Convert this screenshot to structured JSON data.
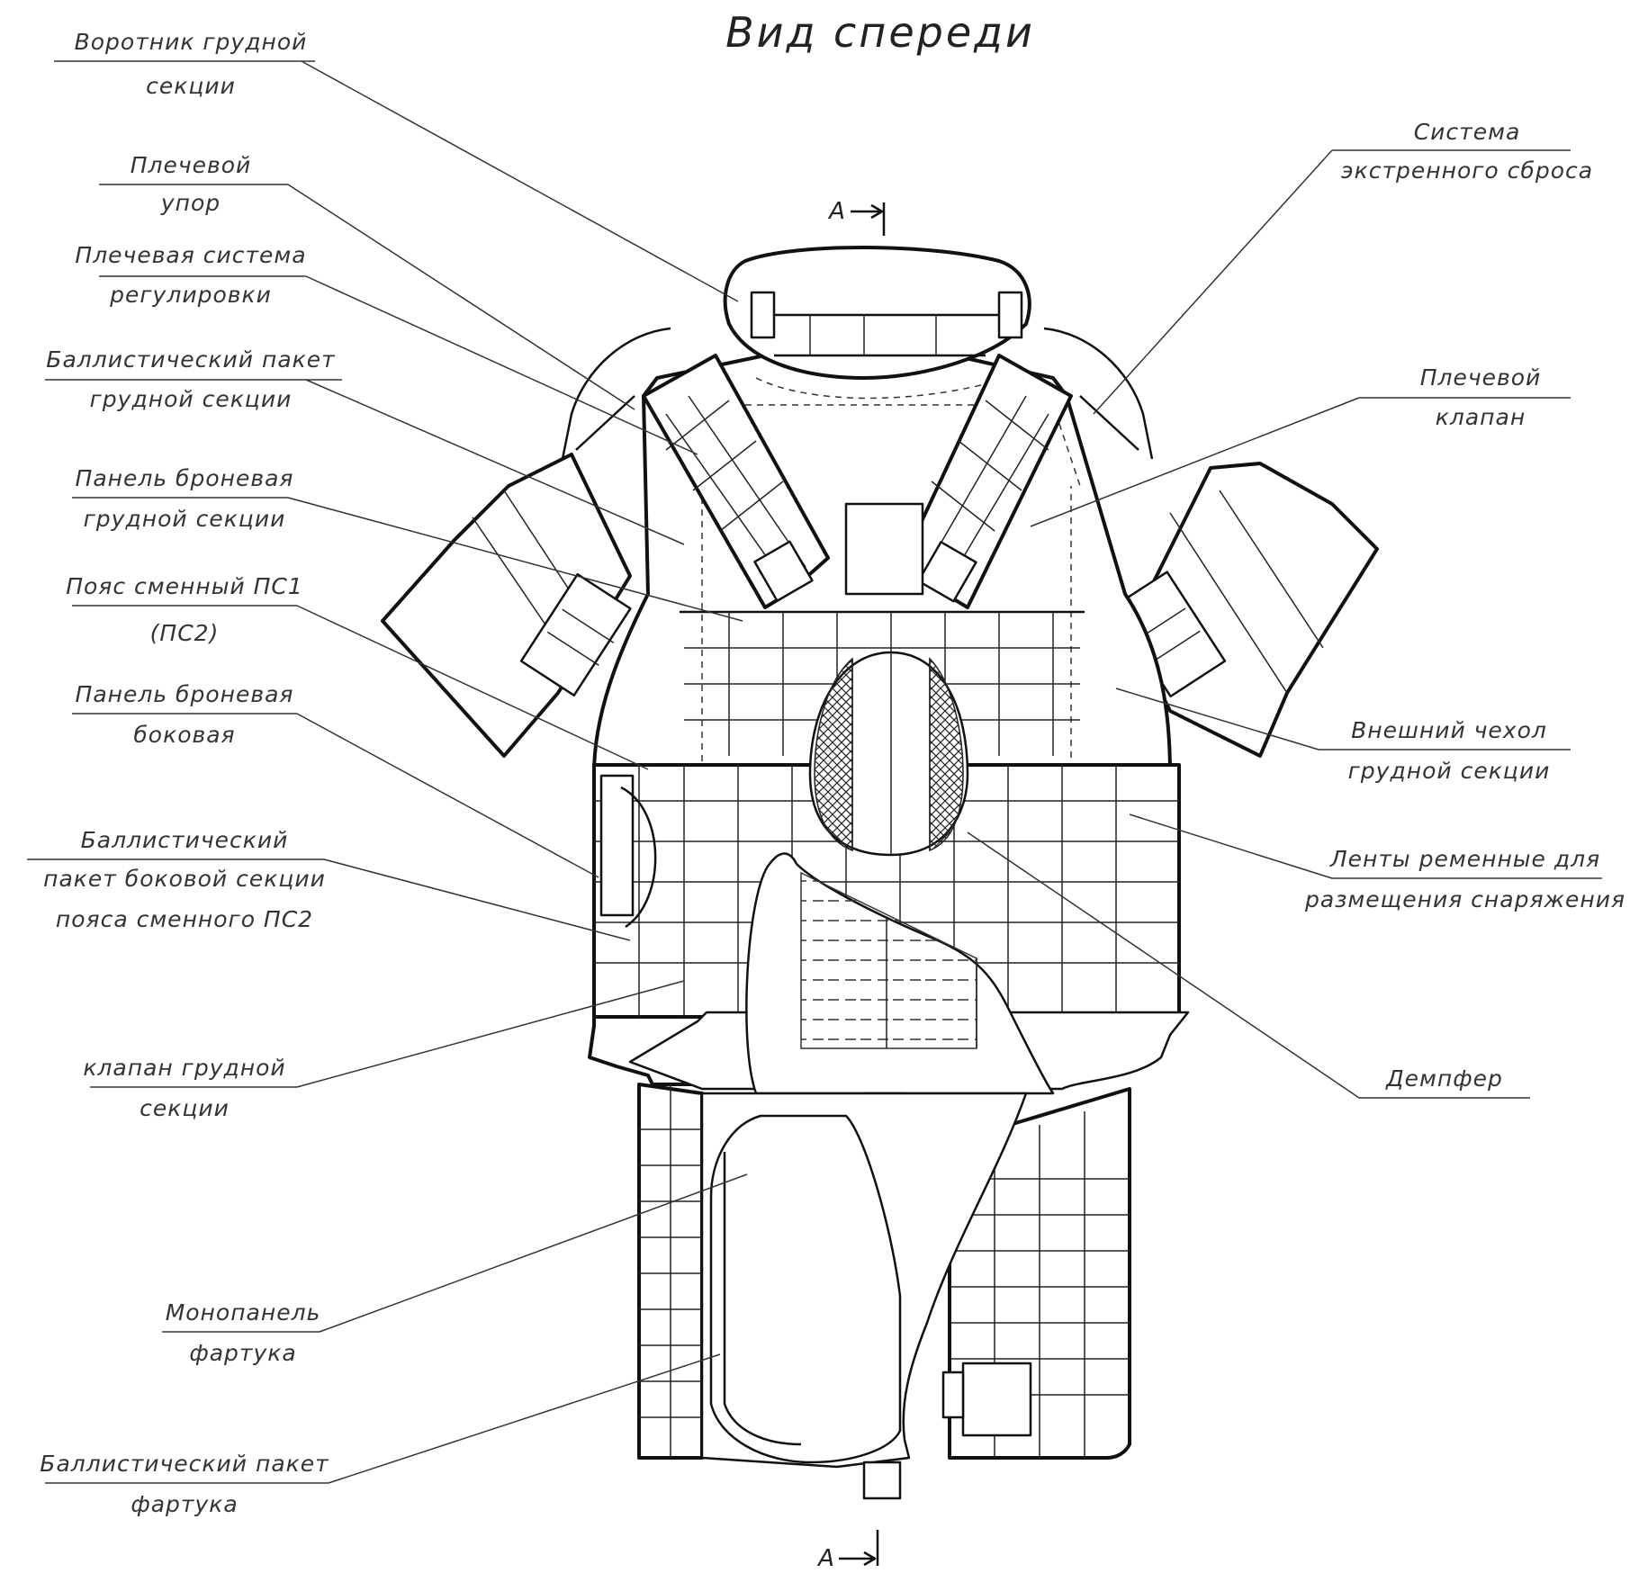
{
  "title": "Вид спереди",
  "section_marks": {
    "top": "А",
    "bottom": "А"
  },
  "labels_left": [
    {
      "lines": [
        "Воротник грудной",
        "секции"
      ]
    },
    {
      "lines": [
        "Плечевой",
        "упор"
      ]
    },
    {
      "lines": [
        "Плечевая система",
        "регулировки"
      ]
    },
    {
      "lines": [
        "Баллистический пакет",
        "грудной секции"
      ]
    },
    {
      "lines": [
        "Панель броневая",
        "грудной секции"
      ]
    },
    {
      "lines": [
        "Пояс сменный ПС1",
        "(ПС2)"
      ]
    },
    {
      "lines": [
        "Панель броневая",
        "боковая"
      ]
    },
    {
      "lines": [
        "Баллистический",
        "пакет боковой секции",
        "пояса сменного ПС2"
      ]
    },
    {
      "lines": [
        "клапан грудной",
        "секции"
      ]
    },
    {
      "lines": [
        "Монопанель",
        "фартука"
      ]
    },
    {
      "lines": [
        "Баллистический пакет",
        "фартука"
      ]
    }
  ],
  "labels_right": [
    {
      "lines": [
        "Система",
        "экстренного сброса"
      ]
    },
    {
      "lines": [
        "Плечевой",
        "клапан"
      ]
    },
    {
      "lines": [
        "Внешний чехол",
        "грудной секции"
      ]
    },
    {
      "lines": [
        "Ленты ременные для",
        "размещения снаряжения"
      ]
    },
    {
      "lines": [
        "Демпфер"
      ]
    }
  ]
}
